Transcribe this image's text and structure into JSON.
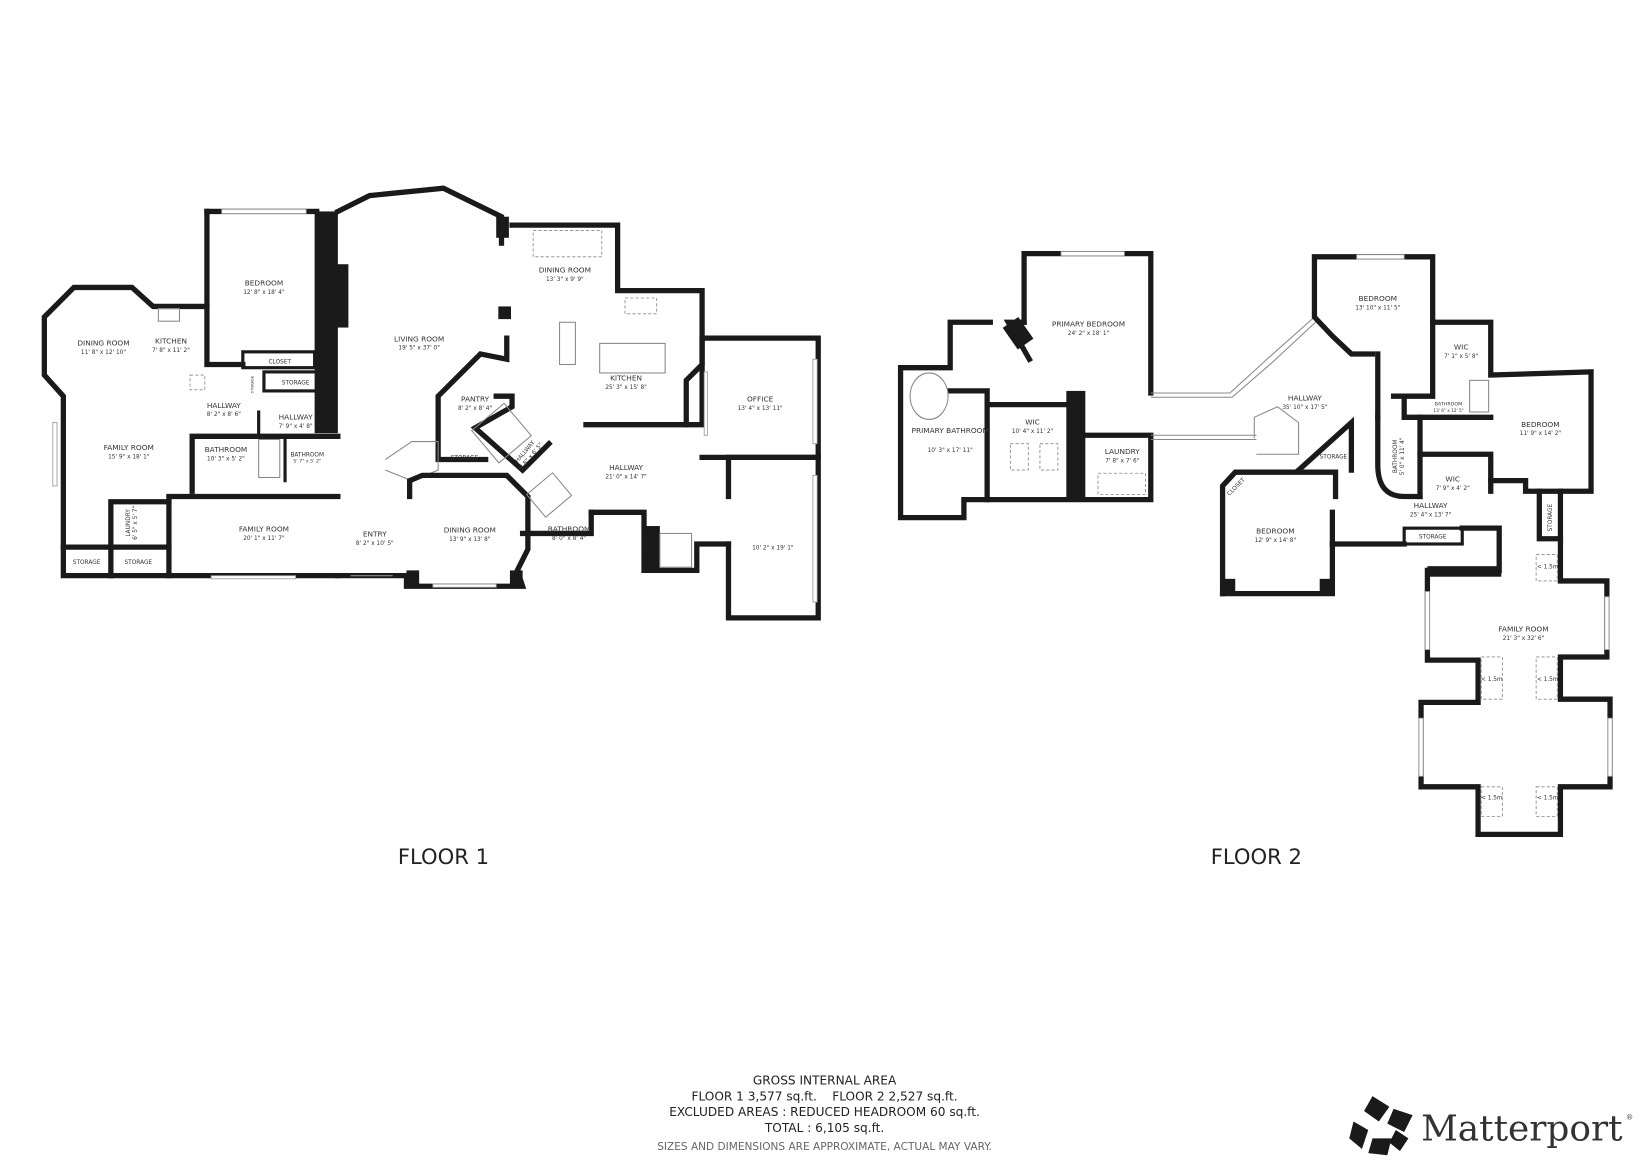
{
  "floor1": {
    "title": "FLOOR 1",
    "rooms": [
      {
        "name": "BEDROOM",
        "size": "12' 8\" x 18' 4\""
      },
      {
        "name": "DINING ROOM",
        "size": "11' 8\" x 12' 10\""
      },
      {
        "name": "KITCHEN",
        "size": "7' 8\" x 11' 2\""
      },
      {
        "name": "CLOSET",
        "size": ""
      },
      {
        "name": "STORAGE",
        "size": ""
      },
      {
        "name": "HALLWAY",
        "size": "8' 2\" x 8' 6\""
      },
      {
        "name": "HALLWAY",
        "size": "7' 9\" x 4' 8\""
      },
      {
        "name": "FAMILY ROOM",
        "size": "15' 9\" x 18' 1\""
      },
      {
        "name": "BATHROOM",
        "size": "10' 3\" x 5' 2\""
      },
      {
        "name": "BATHROOM",
        "size": "5' 7\" x 5' 2\""
      },
      {
        "name": "LAUNDRY",
        "size": "6' 5\" x 5' 7\""
      },
      {
        "name": "FAMILY ROOM",
        "size": "20' 1\" x 11' 7\""
      },
      {
        "name": "STORAGE",
        "size": ""
      },
      {
        "name": "STORAGE",
        "size": ""
      },
      {
        "name": "LIVING ROOM",
        "size": "19' 5\" x 37' 0\""
      },
      {
        "name": "DINING ROOM",
        "size": "13' 3\" x 9' 9\""
      },
      {
        "name": "KITCHEN",
        "size": "25' 3\" x 15' 8\""
      },
      {
        "name": "PANTRY",
        "size": "8' 2\" x 8' 4\""
      },
      {
        "name": "STORAGE",
        "size": ""
      },
      {
        "name": "HALLWAY",
        "size": "5' 8\" x 6' 5\""
      },
      {
        "name": "HALLWAY",
        "size": "21' 0\" x 14' 7\""
      },
      {
        "name": "ENTRY",
        "size": "8' 2\" x 10' 5\""
      },
      {
        "name": "DINING ROOM",
        "size": "13' 9\" x 13' 8\""
      },
      {
        "name": "BATHROOM",
        "size": "8' 0\" x 8' 4\""
      },
      {
        "name": "OFFICE",
        "size": "13' 4\" x 13' 11\""
      },
      {
        "name": "",
        "size": "10' 2\" x 19' 1\""
      },
      {
        "name": "STORAGE",
        "size": ""
      }
    ]
  },
  "floor2": {
    "title": "FLOOR 2",
    "rooms": [
      {
        "name": "PRIMARY BEDROOM",
        "size": "24' 2\" x 18' 1\""
      },
      {
        "name": "PRIMARY BATHROOM",
        "size": "10' 3\" x 17' 11\""
      },
      {
        "name": "WIC",
        "size": "10' 4\" x 11' 2\""
      },
      {
        "name": "LAUNDRY",
        "size": "7' 8\" x 7' 6\""
      },
      {
        "name": "BEDROOM",
        "size": "13' 10\" x 11' 5\""
      },
      {
        "name": "HALLWAY",
        "size": "35' 10\" x 17' 5\""
      },
      {
        "name": "WIC",
        "size": "7' 1\" x 5' 8\""
      },
      {
        "name": "BATHROOM",
        "size": "13' 6\" x 12' 5\""
      },
      {
        "name": "BEDROOM",
        "size": "11' 9\" x 14' 2\""
      },
      {
        "name": "BATHROOM",
        "size": "5' 0\" x 11' 4\""
      },
      {
        "name": "WIC",
        "size": "7' 9\" x 4' 2\""
      },
      {
        "name": "STORAGE",
        "size": ""
      },
      {
        "name": "CLOSET",
        "size": ""
      },
      {
        "name": "HALLWAY",
        "size": "25' 4\" x 13' 7\""
      },
      {
        "name": "STORAGE",
        "size": ""
      },
      {
        "name": "BEDROOM",
        "size": "12' 9\" x 14' 8\""
      },
      {
        "name": "STORAGE",
        "size": ""
      },
      {
        "name": "FAMILY ROOM",
        "size": "21' 3\" x 32' 6\""
      }
    ],
    "headroom_label": "< 1.5m"
  },
  "area": {
    "heading": "GROSS INTERNAL AREA",
    "floors_line": "FLOOR 1 3,577 sq.ft.    FLOOR 2 2,527 sq.ft.",
    "excluded_line": "EXCLUDED AREAS :  REDUCED HEADROOM 60 sq.ft.",
    "total_line": "TOTAL :  6,105 sq.ft.",
    "disclaimer": "SIZES AND DIMENSIONS ARE APPROXIMATE, ACTUAL MAY VARY."
  },
  "logo": {
    "text": "Matterport",
    "mark": "®"
  }
}
